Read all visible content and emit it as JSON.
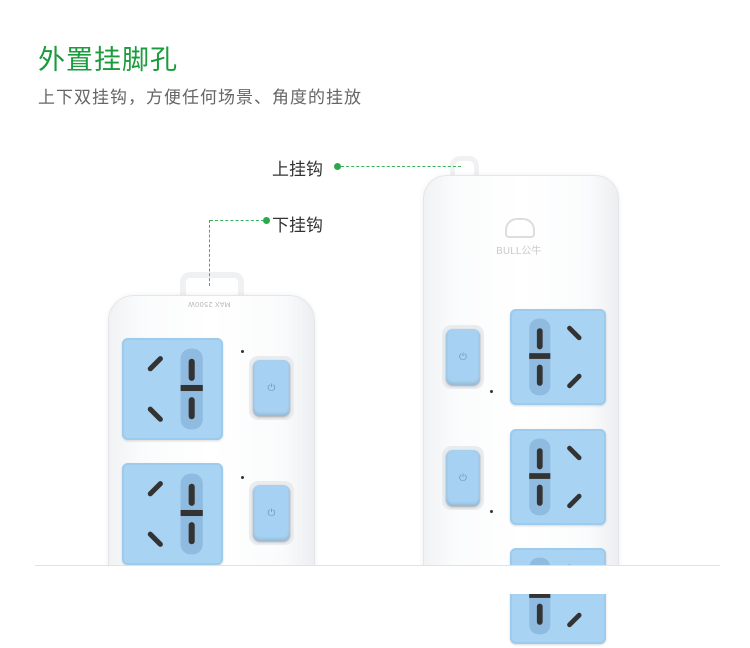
{
  "heading": {
    "title": "外置挂脚孔",
    "subtitle": "上下双挂钩，方便任何场景、角度的挂放"
  },
  "labels": {
    "upper_hook": "上挂钩",
    "lower_hook": "下挂钩"
  },
  "product": {
    "brand_logo": "BULL公牛",
    "rating": "MAX 2500W",
    "power_icon": "⏻"
  },
  "colors": {
    "accent": "#1a9b3c",
    "socket": "#a9d3f3"
  }
}
